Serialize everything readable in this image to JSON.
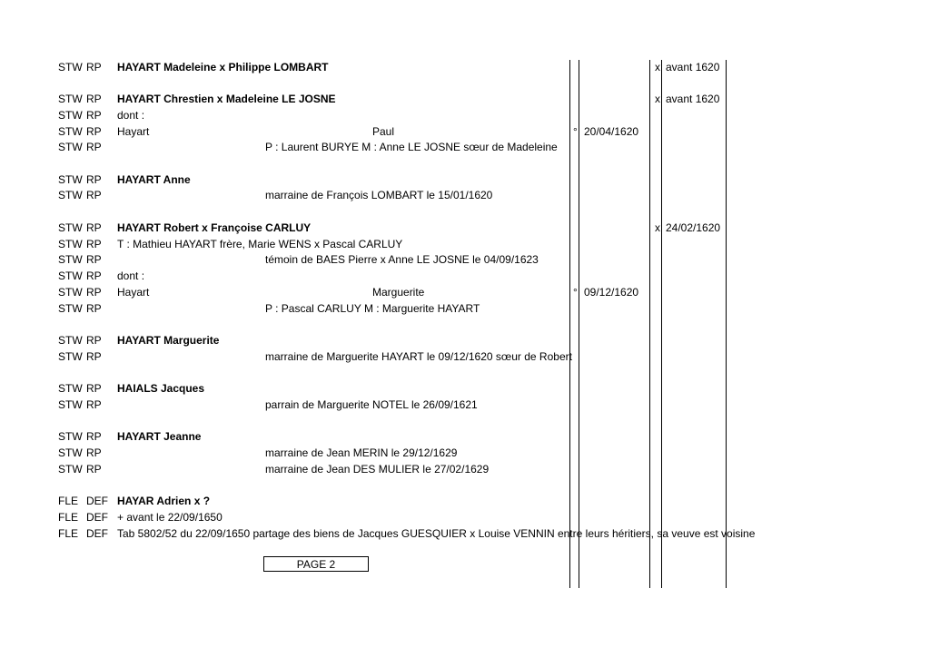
{
  "rows": [
    {
      "c1": "STW",
      "c2": "RP",
      "name": "HAYART Madeleine x Philippe LOMBART",
      "x": "x",
      "mar": "avant 1620"
    },
    {
      "c1": "STW",
      "c2": "RP",
      "name": "HAYART Chrestien x Madeleine LE JOSNE",
      "x": "x",
      "mar": "avant 1620"
    },
    {
      "c1": "STW",
      "c2": "RP",
      "text": "dont :"
    },
    {
      "c1": "STW",
      "c2": "RP",
      "text": "Hayart",
      "given": "Paul",
      "deg": "°",
      "date": "20/04/1620"
    },
    {
      "c1": "STW",
      "c2": "RP",
      "note": "P : Laurent BURYE M : Anne LE JOSNE sœur de Madeleine"
    },
    {
      "c1": "STW",
      "c2": "RP",
      "name": "HAYART Anne"
    },
    {
      "c1": "STW",
      "c2": "RP",
      "note": "marraine de François LOMBART le 15/01/1620"
    },
    {
      "c1": "STW",
      "c2": "RP",
      "name": "HAYART Robert x Françoise CARLUY",
      "x": "x",
      "mar": "24/02/1620"
    },
    {
      "c1": "STW",
      "c2": "RP",
      "text": "T : Mathieu HAYART frère, Marie WENS x Pascal CARLUY"
    },
    {
      "c1": "STW",
      "c2": "RP",
      "note": "témoin de BAES Pierre x Anne LE JOSNE le 04/09/1623"
    },
    {
      "c1": "STW",
      "c2": "RP",
      "text": "dont :"
    },
    {
      "c1": "STW",
      "c2": "RP",
      "text": "Hayart",
      "given": "Marguerite",
      "deg": "°",
      "date": "09/12/1620"
    },
    {
      "c1": "STW",
      "c2": "RP",
      "note": "P : Pascal CARLUY M : Marguerite HAYART"
    },
    {
      "c1": "STW",
      "c2": "RP",
      "name": "HAYART Marguerite"
    },
    {
      "c1": "STW",
      "c2": "RP",
      "note": "marraine de Marguerite HAYART le 09/12/1620 sœur de Robert"
    },
    {
      "c1": "STW",
      "c2": "RP",
      "name": "HAIALS Jacques"
    },
    {
      "c1": "STW",
      "c2": "RP",
      "note": "parrain de Marguerite NOTEL le 26/09/1621"
    },
    {
      "c1": "STW",
      "c2": "RP",
      "name": "HAYART Jeanne"
    },
    {
      "c1": "STW",
      "c2": "RP",
      "note": "marraine de Jean MERIN le 29/12/1629"
    },
    {
      "c1": "STW",
      "c2": "RP",
      "note": "marraine de Jean DES MULIER le 27/02/1629"
    },
    {
      "c1": "FLE",
      "c2": "DEF",
      "name": "HAYAR Adrien x ?"
    },
    {
      "c1": "FLE",
      "c2": "DEF",
      "text": "  + avant le 22/09/1650"
    },
    {
      "c1": "FLE",
      "c2": "DEF",
      "text": "Tab 5802/52 du 22/09/1650 partage des biens de Jacques GUESQUIER x Louise VENNIN entre leurs héritiers, sa veuve est voisine"
    }
  ],
  "page_label": "PAGE 2"
}
